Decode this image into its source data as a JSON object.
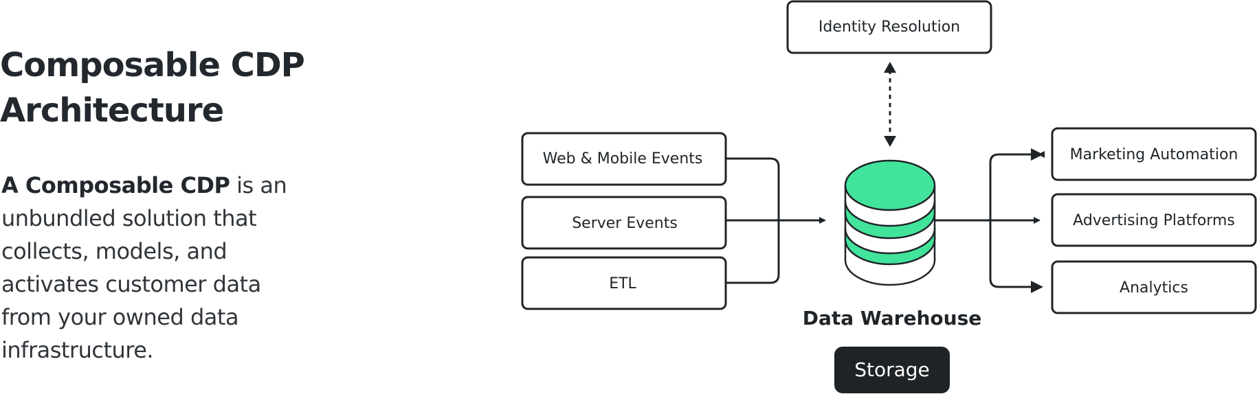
{
  "heading": {
    "line1": "Composable CDP",
    "line2": "Architecture"
  },
  "description": {
    "bold": "A Composable CDP",
    "line1_rest": " is an",
    "line2": "unbundled solution that",
    "line3": "collects, models, and",
    "line4": "activates customer data",
    "line5": "from your owned data",
    "line6": "infrastructure."
  },
  "diagram": {
    "identity": "Identity Resolution",
    "sources": [
      "Web & Mobile Events",
      "Server Events",
      "ETL"
    ],
    "warehouse_label": "Data Warehouse",
    "storage_label": "Storage",
    "destinations": [
      "Marketing Automation",
      "Advertising Platforms",
      "Analytics"
    ]
  },
  "colors": {
    "accent_green": "#42e39b",
    "ink": "#1f2428",
    "storage_bg": "#1f2326"
  }
}
